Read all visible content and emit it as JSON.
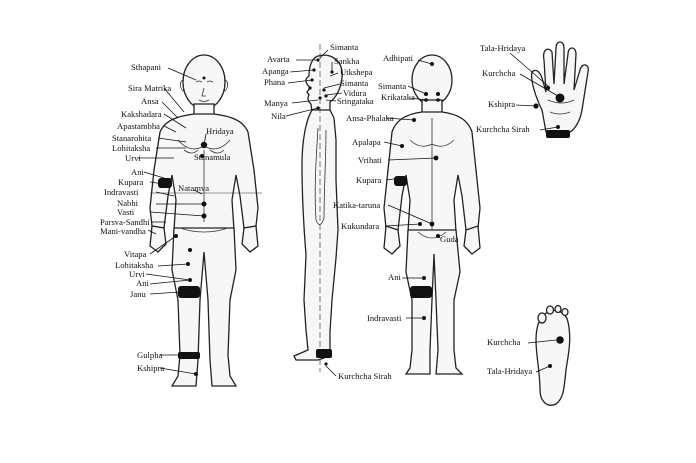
{
  "front_labels": [
    "Sthapani",
    "Sira Matrika",
    "Ansa",
    "Kakshadara",
    "Apastambha",
    "Stanarohita",
    "Lohitaksha",
    "Urvi",
    "Ani",
    "Kupara",
    "Indravasti",
    "Nabhi",
    "Vasti",
    "Parsva-Sandhi",
    "Mani-vandha",
    "Vitapa",
    "Lohitaksha",
    "Urvi",
    "Ani",
    "Janu",
    "Gulpha",
    "Kshipra",
    "Hridaya",
    "Stanamula",
    "Natamva"
  ],
  "side_labels": [
    "Avarta",
    "Apanga",
    "Phana",
    "Manya",
    "Nila",
    "Simanta",
    "Sankha",
    "Utkshepa",
    "Simanta",
    "Vidura",
    "Sringataka",
    "Kurchcha Sirah"
  ],
  "back_labels": [
    "Adhipati",
    "Simanta",
    "Krikataka",
    "Ansa-Phalaka",
    "Apalapa",
    "Vrihati",
    "Kupara",
    "Katika-taruna",
    "Kukundara",
    "Guda",
    "Ani",
    "Indravasti"
  ],
  "hand_labels": [
    "Tala-Hridaya",
    "Kurchcha",
    "Kshipra",
    "Kurchcha Sirah"
  ],
  "foot_labels": [
    "Kurchcha",
    "Tala-Hridaya"
  ]
}
